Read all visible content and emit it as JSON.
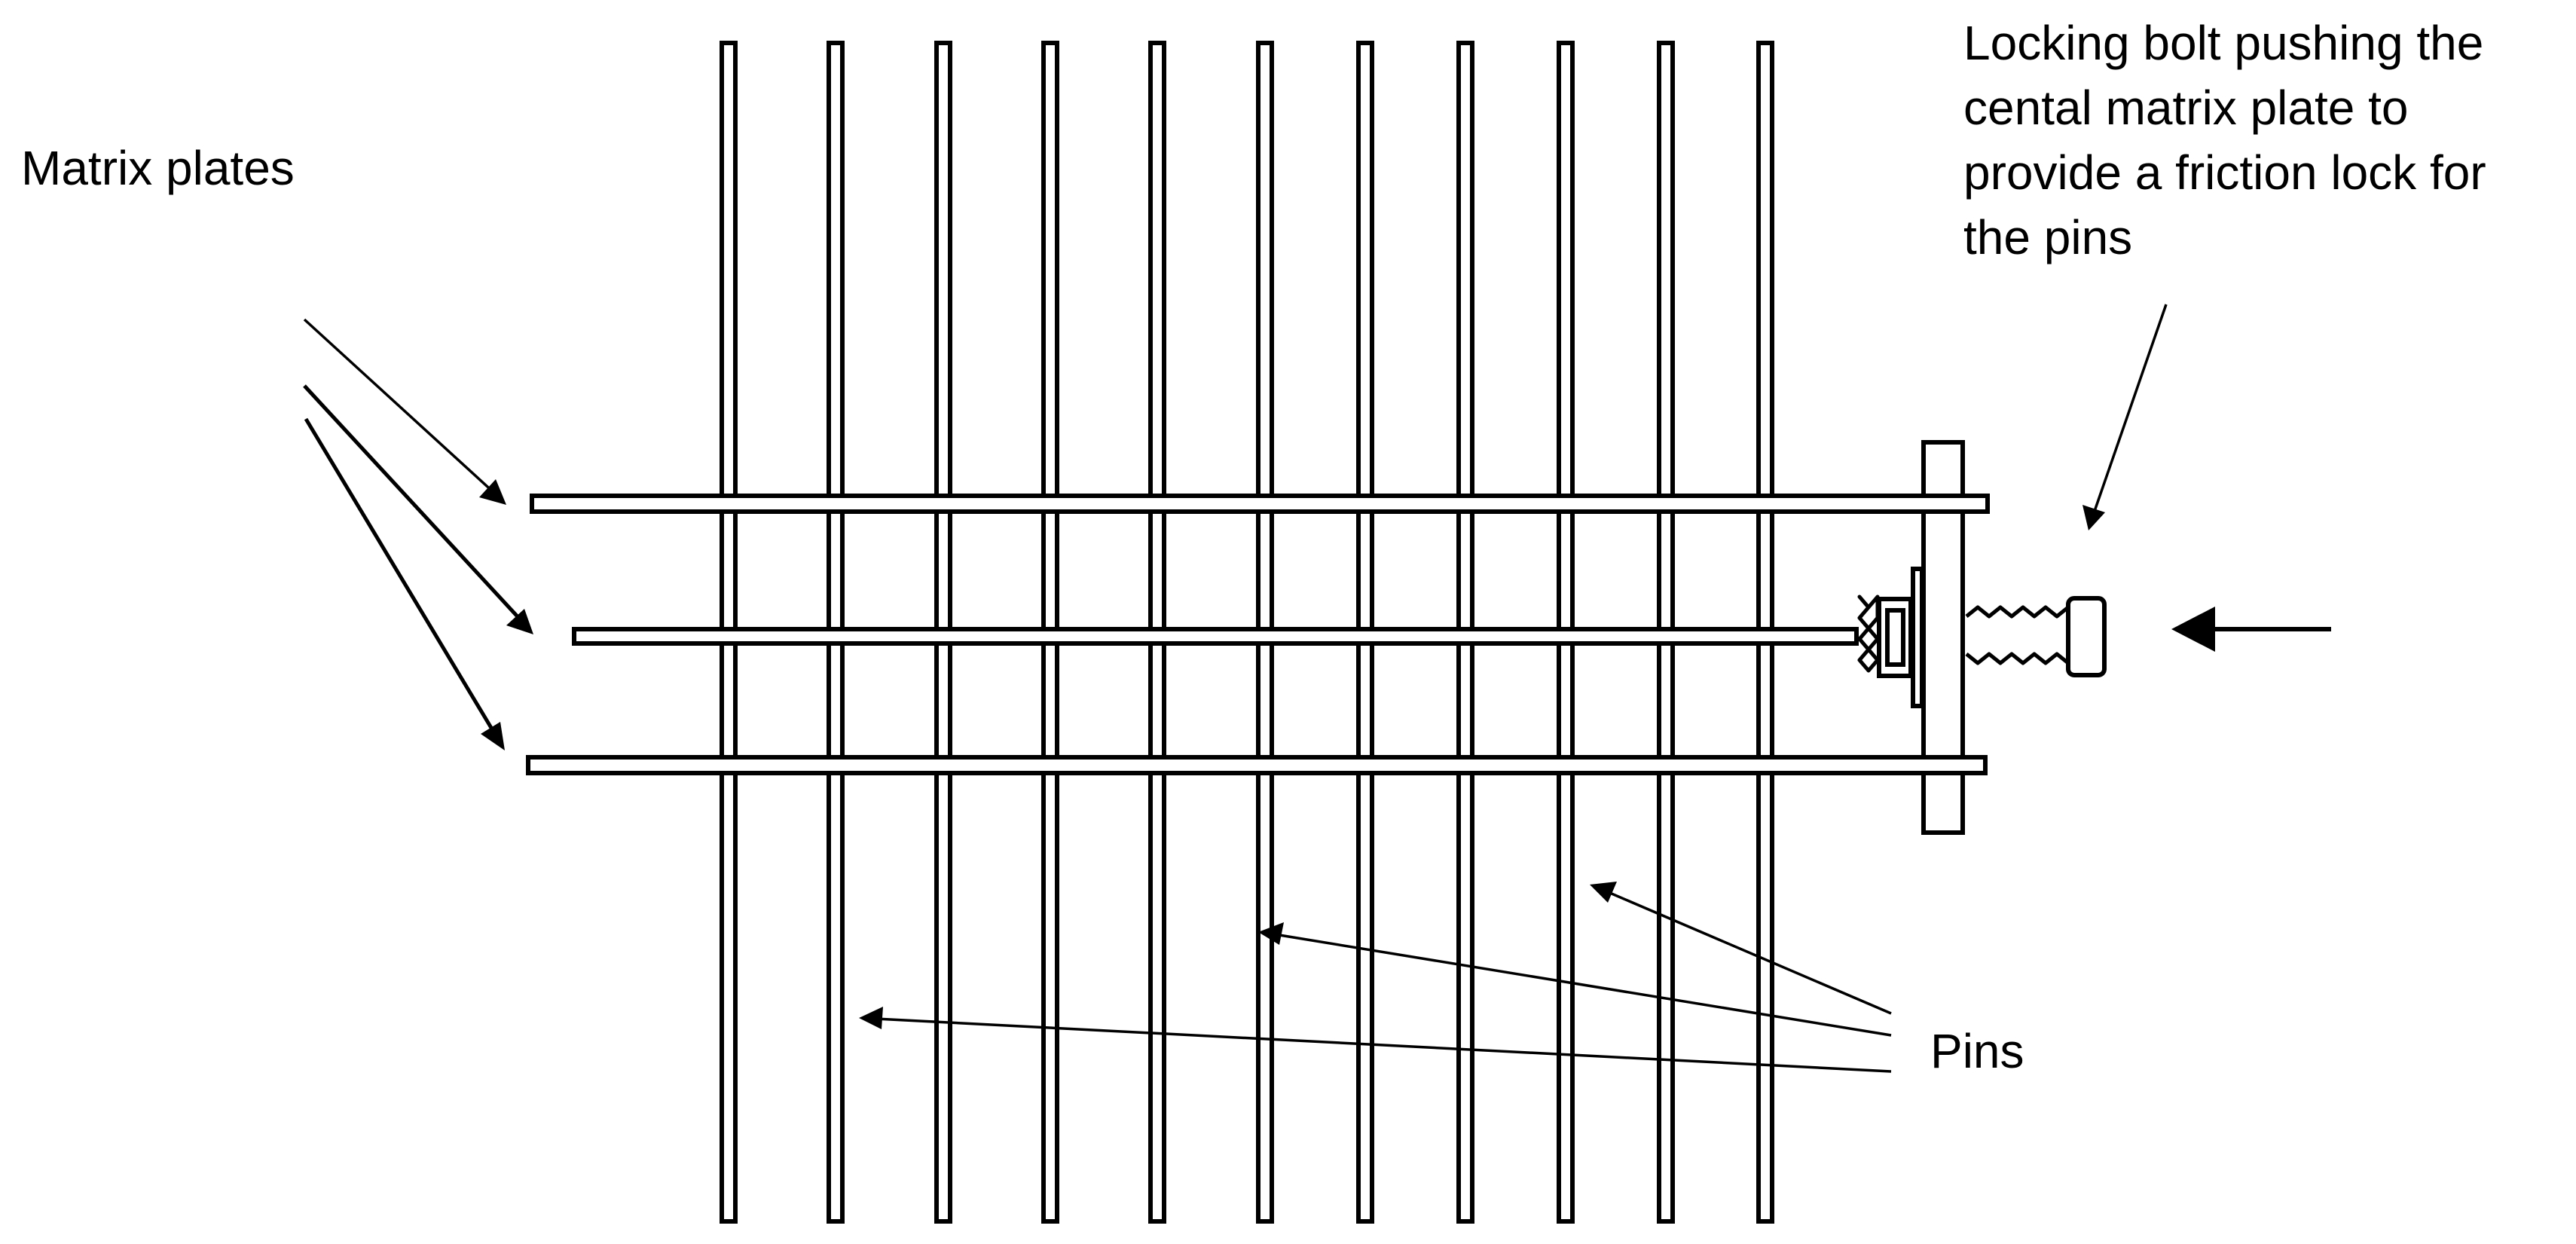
{
  "labels": {
    "matrix_plates": "Matrix plates",
    "locking_bolt": [
      "Locking bolt pushing the",
      "cental matrix plate to",
      "provide a friction lock for",
      "the pins"
    ],
    "pins": "Pins"
  },
  "colors": {
    "stroke": "#000000",
    "background": "#ffffff"
  }
}
